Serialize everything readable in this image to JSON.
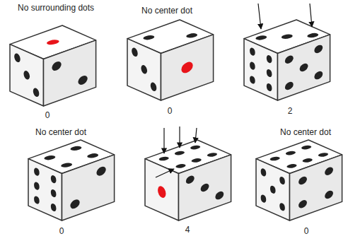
{
  "diagram": {
    "labels": [
      "No surrounding dots",
      "0",
      "No center dot",
      "0",
      "2",
      "No center dot",
      "0",
      "4",
      "No center dot",
      "0"
    ]
  }
}
